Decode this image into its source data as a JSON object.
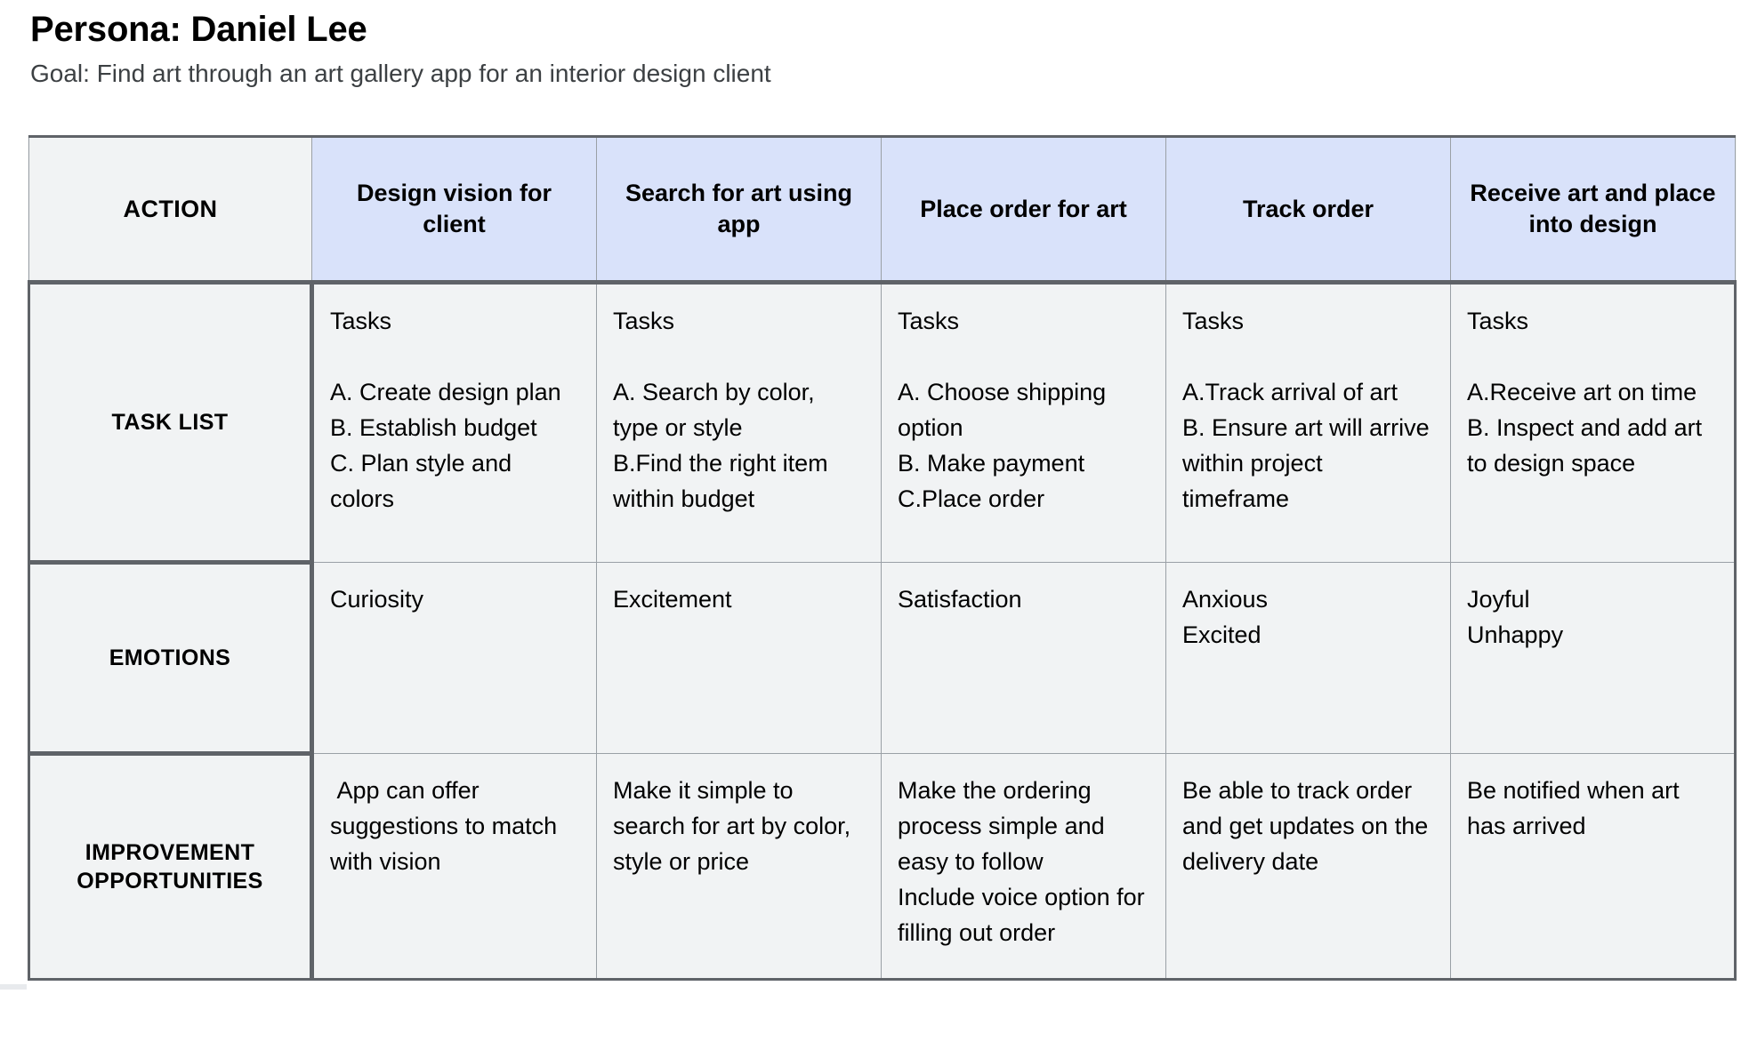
{
  "header": {
    "title": "Persona: Daniel Lee",
    "goal": "Goal: Find art through an art gallery app for an interior design client"
  },
  "table": {
    "row_labels": {
      "action": "ACTION",
      "task_list": "TASK LIST",
      "emotions": "EMOTIONS",
      "improvement": "IMPROVEMENT OPPORTUNITIES"
    },
    "stages": [
      "Design vision for client",
      "Search for art using app",
      "Place order for art",
      "Track order",
      "Receive art and place into design"
    ],
    "task_list": [
      "Tasks\n\nA. Create design plan\nB. Establish budget\nC. Plan style and colors",
      "Tasks\n\nA. Search by color, type or style\nB.Find the right item within budget",
      "Tasks\n\nA. Choose shipping option\nB. Make payment\nC.Place order",
      "Tasks\n\nA.Track arrival of art\nB. Ensure art will arrive within project timeframe",
      "Tasks\n\nA.Receive art on time\nB. Inspect and add art to design space"
    ],
    "emotions": [
      "Curiosity",
      "Excitement",
      "Satisfaction",
      "Anxious\nExcited",
      "Joyful\nUnhappy"
    ],
    "improvement_opportunities": [
      " App can offer suggestions to match with vision",
      "Make it simple to search for art by color, style or price",
      "Make the ordering process simple and easy to follow\nInclude voice option for filling out order",
      "Be able to track order and get updates on the delivery date",
      "Be notified when art has arrived"
    ]
  },
  "colors": {
    "header_blue": "#d9e2fa",
    "cell_gray": "#f1f3f4",
    "border_thick": "#5f6368",
    "border_thin": "#9aa0a6",
    "text": "#000000",
    "subtitle_text": "#3c4043"
  }
}
